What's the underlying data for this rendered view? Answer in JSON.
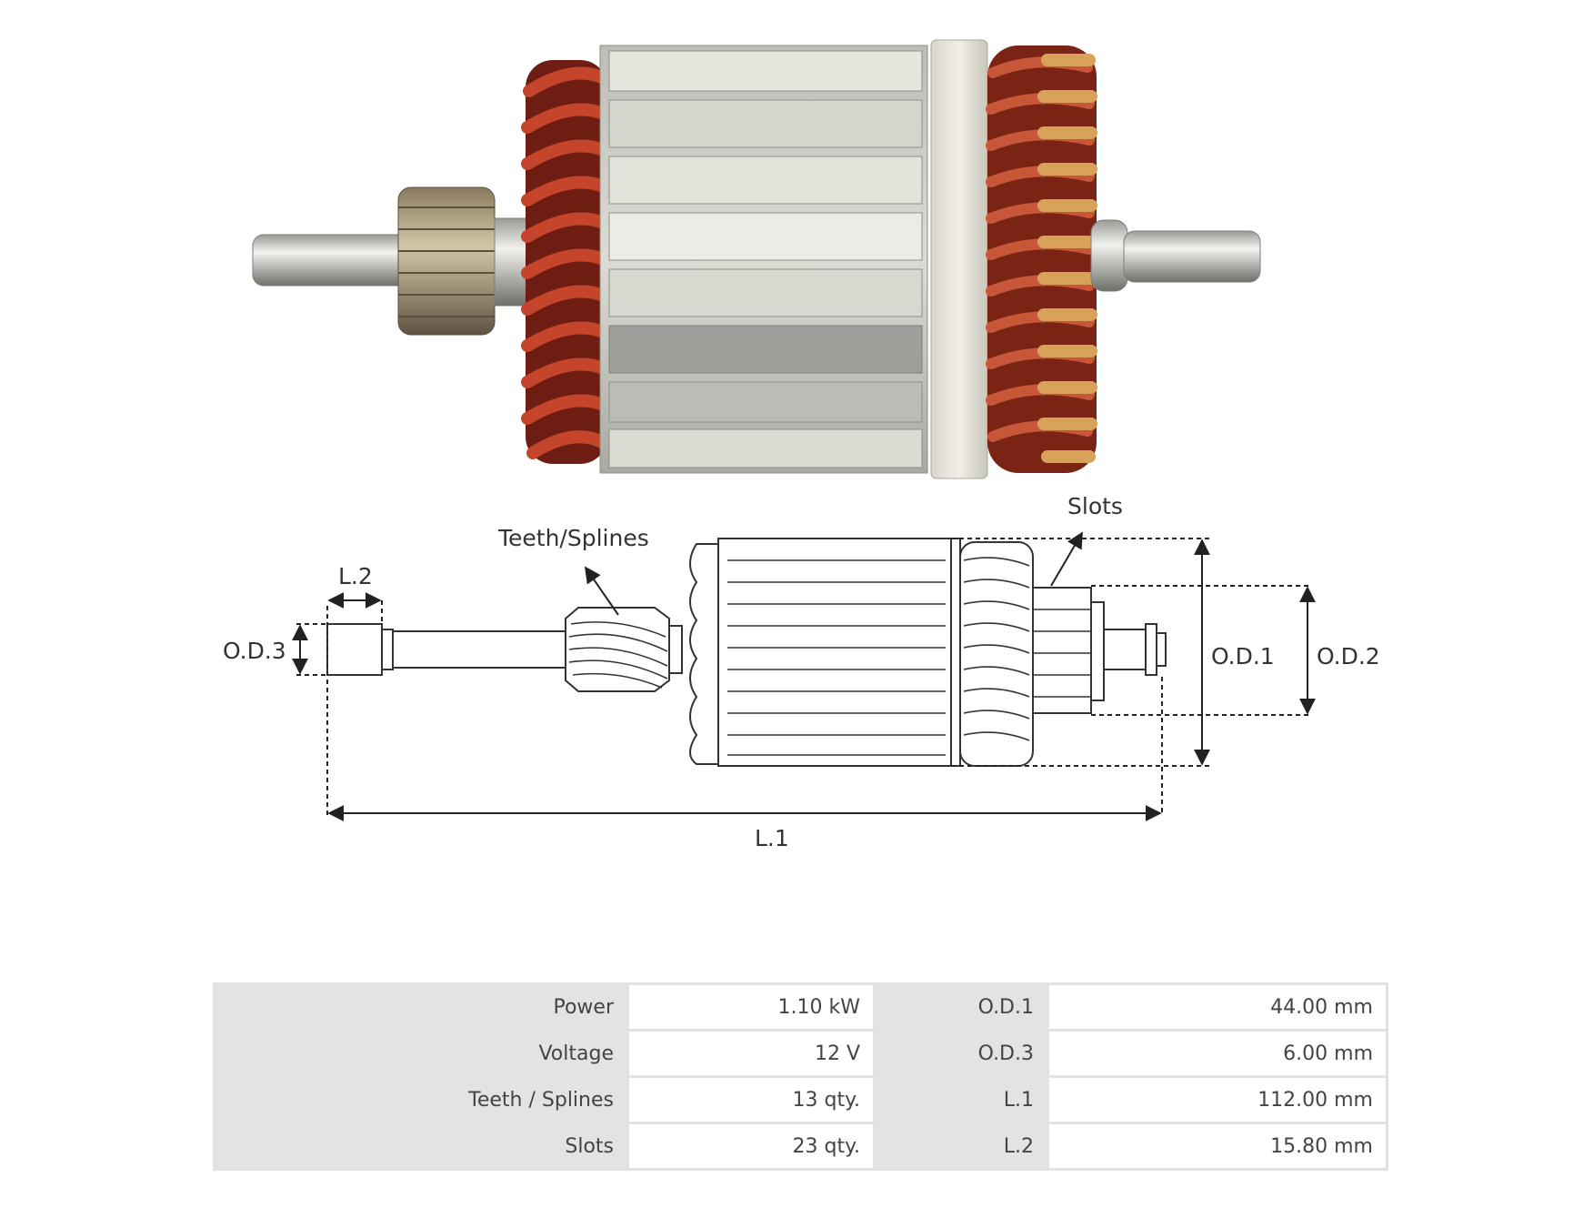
{
  "diagram": {
    "labels": {
      "teeth": "Teeth/Splines",
      "slots": "Slots",
      "od1": "O.D.1",
      "od2": "O.D.2",
      "od3": "O.D.3",
      "l1": "L.1",
      "l2": "L.2"
    }
  },
  "specs": {
    "rows": [
      {
        "label1": "Power",
        "value1": "1.10 kW",
        "label2": "O.D.1",
        "value2": "44.00 mm"
      },
      {
        "label1": "Voltage",
        "value1": "12 V",
        "label2": "O.D.3",
        "value2": "6.00 mm"
      },
      {
        "label1": "Teeth / Splines",
        "value1": "13 qty.",
        "label2": "L.1",
        "value2": "112.00 mm"
      },
      {
        "label1": "Slots",
        "value1": "23 qty.",
        "label2": "L.2",
        "value2": "15.80 mm"
      }
    ]
  },
  "colors": {
    "copper": "#a8321f",
    "steel": "#c9c9c4",
    "brass": "#c8924a"
  }
}
